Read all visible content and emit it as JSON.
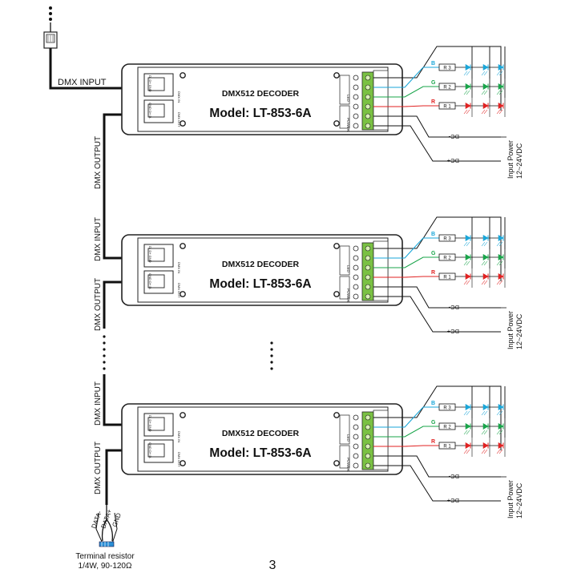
{
  "labels": {
    "dmx_input": "DMX INPUT",
    "dmx_output": "DMX OUTPUT",
    "terminal_resistor": "Terminal resistor",
    "terminal_resistor_spec": "1/4W, 90-120Ω",
    "data_minus": "DATA-",
    "data_plus": "DATA+",
    "gnd": "GND",
    "page_number": "3"
  },
  "decoder": {
    "title": "DMX512  DECODER",
    "model": "Model: LT-853-6A",
    "led_label": "LED",
    "power_label": "POWER",
    "dmx_in": "DMX IN",
    "dmx_out": "DMX OUT",
    "pin_top": "D- D+ GND",
    "pin_bottom": "GND D+ D-"
  },
  "wiring": {
    "channels": [
      {
        "letter": "B",
        "resistor": "R 3",
        "color": "#1aa6d8"
      },
      {
        "letter": "G",
        "resistor": "R 2",
        "color": "#19a44a"
      },
      {
        "letter": "R",
        "resistor": "R 1",
        "color": "#e02222"
      }
    ],
    "dc_minus": "DC-",
    "dc_plus": "DC+",
    "input_power": "Input Power",
    "voltage": "12~24VDC"
  },
  "colors": {
    "blue": "#1aa6d8",
    "green": "#19a44a",
    "red": "#e02222",
    "terminal": "#7ac143"
  }
}
